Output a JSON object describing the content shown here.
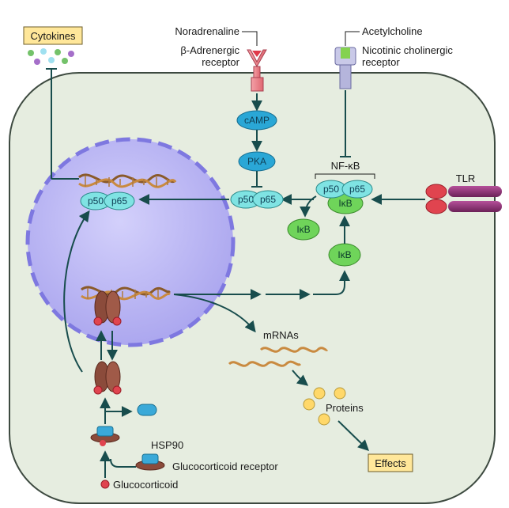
{
  "labels": {
    "cytokines": "Cytokines",
    "noradrenaline": "Noradrenaline",
    "beta_receptor_1": "β-Adrenergic",
    "beta_receptor_2": "receptor",
    "acetylcholine": "Acetylcholine",
    "nicotinic_1": "Nicotinic cholinergic",
    "nicotinic_2": "receptor",
    "camp": "cAMP",
    "pka": "PKA",
    "nfkb": "NF-κB",
    "tlr": "TLR",
    "p50": "p50",
    "p65": "p65",
    "ikb": "IκB",
    "mrnas": "mRNAs",
    "proteins": "Proteins",
    "effects": "Effects",
    "hsp90": "HSP90",
    "gc_receptor": "Glucocorticoid receptor",
    "glucocorticoid": "Glucocorticoid"
  },
  "colors": {
    "cell_fill": "#e6ede0",
    "nucleus_fill": "#b7b3f2",
    "nucleus_edge": "#7e78e0",
    "node_cyan": "#7fe3e3",
    "node_blue": "#2aa7d6",
    "node_green": "#6fd45a",
    "effects_box": "#ffe79a",
    "arrow": "#184d4d",
    "tlr_purple": "#8a2f74",
    "tlr_red": "#e0444f"
  }
}
